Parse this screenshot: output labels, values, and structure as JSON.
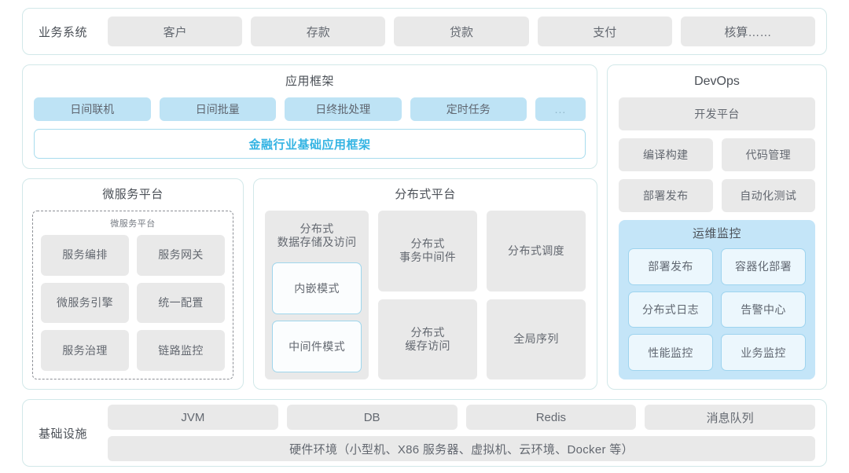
{
  "colors": {
    "panel_border": "#d2e8e9",
    "chip_grey": "#e9e9e9",
    "chip_blue": "#bee3f5",
    "accent_cyan": "#35b4e3",
    "ops_panel": "#c4e5f8",
    "ops_chip_border": "#9ed4ef",
    "text": "#636870"
  },
  "business_systems": {
    "label": "业务系统",
    "items": [
      "客户",
      "存款",
      "贷款",
      "支付",
      "核算……"
    ]
  },
  "app_framework": {
    "title": "应用框架",
    "chips": [
      "日间联机",
      "日间批量",
      "日终批处理",
      "定时任务",
      "..."
    ],
    "foundation_bar": "金融行业基础应用框架"
  },
  "microservice_platform": {
    "title": "微服务平台",
    "inner_title": "微服务平台",
    "items": [
      "服务编排",
      "服务网关",
      "微服务引擎",
      "统一配置",
      "服务治理",
      "链路监控"
    ]
  },
  "distributed_platform": {
    "title": "分布式平台",
    "storage": {
      "title": "分布式\n数据存储及访问",
      "title_line1": "分布式",
      "title_line2": "数据存储及访问",
      "modes": [
        "内嵌模式",
        "中间件模式"
      ]
    },
    "cells": [
      {
        "line1": "分布式",
        "line2": "事务中间件"
      },
      {
        "line1": "分布式调度",
        "line2": ""
      },
      {
        "line1": "分布式",
        "line2": "缓存访问"
      },
      {
        "line1": "全局序列",
        "line2": ""
      }
    ]
  },
  "devops": {
    "title": "DevOps",
    "platform": "开发平台",
    "pairs": [
      [
        "编译构建",
        "代码管理"
      ],
      [
        "部署发布",
        "自动化测试"
      ]
    ],
    "ops_monitor": {
      "title": "运维监控",
      "items": [
        "部署发布",
        "容器化部署",
        "分布式日志",
        "告警中心",
        "性能监控",
        "业务监控"
      ]
    }
  },
  "infrastructure": {
    "label": "基础设施",
    "items": [
      "JVM",
      "DB",
      "Redis",
      "消息队列"
    ],
    "hardware": "硬件环境（小型机、X86 服务器、虚拟机、云环境、Docker 等）"
  }
}
